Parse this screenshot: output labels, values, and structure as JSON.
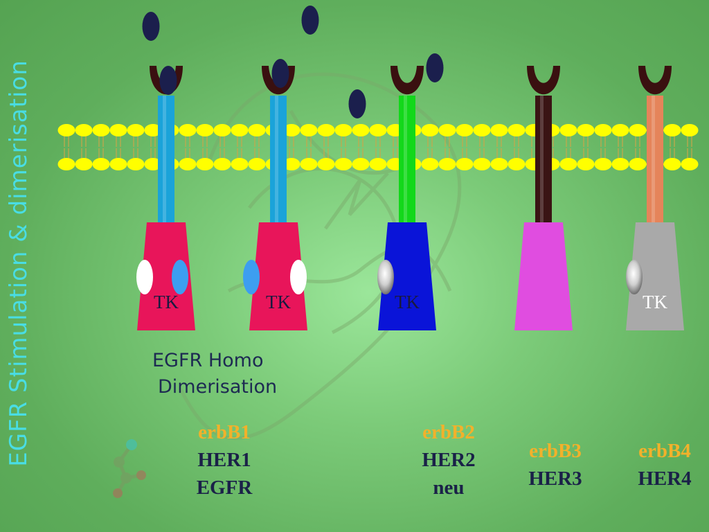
{
  "title": "EGFR Stimulation & dimerisation",
  "caption": {
    "line1": "EGFR Homo",
    "line2": "Dimerisation"
  },
  "receptors": [
    {
      "id": "r1",
      "tk": "TK",
      "stalk": "#1aa3d9",
      "kinase": "#e8155a",
      "tk_color": "#1a1a40"
    },
    {
      "id": "r2",
      "tk": "TK",
      "stalk": "#1aa3d9",
      "kinase": "#e8155a",
      "tk_color": "#1a1a40"
    },
    {
      "id": "r3",
      "tk": "TK",
      "stalk": "#12d81a",
      "kinase": "#0a14d8",
      "tk_color": "#1a1a40"
    },
    {
      "id": "r4",
      "tk": "",
      "stalk": "#3a1414",
      "kinase": "#e04de0",
      "tk_color": "#1a1a40"
    },
    {
      "id": "r5",
      "tk": "TK",
      "stalk": "#e5845a",
      "kinase": "#a9a9a9",
      "tk_color": "#ffffff"
    }
  ],
  "groups": [
    {
      "id": "erbb1",
      "lines": [
        {
          "text": "erbB1",
          "style": "y"
        },
        {
          "text": "HER1",
          "style": "d"
        },
        {
          "text": "EGFR",
          "style": "d"
        }
      ]
    },
    {
      "id": "erbb2",
      "lines": [
        {
          "text": "erbB2",
          "style": "y"
        },
        {
          "text": "HER2",
          "style": "d"
        },
        {
          "text": "neu",
          "style": "d"
        }
      ]
    },
    {
      "id": "erbb3",
      "lines": [
        {
          "text": "erbB3",
          "style": "y"
        },
        {
          "text": "HER3",
          "style": "d"
        }
      ]
    },
    {
      "id": "erbb4",
      "lines": [
        {
          "text": "erbB4",
          "style": "y"
        },
        {
          "text": "HER4",
          "style": "d"
        }
      ]
    }
  ],
  "colors": {
    "lipid_head": "#ffff00",
    "lipid_tail": "#c9a64a",
    "binding_cup": "#3a1010",
    "ligand": "#1b1f4d",
    "title": "#49dde4",
    "caption": "#1d2a52",
    "label_yellow": "#f2b12b",
    "label_dark": "#1a2148"
  }
}
